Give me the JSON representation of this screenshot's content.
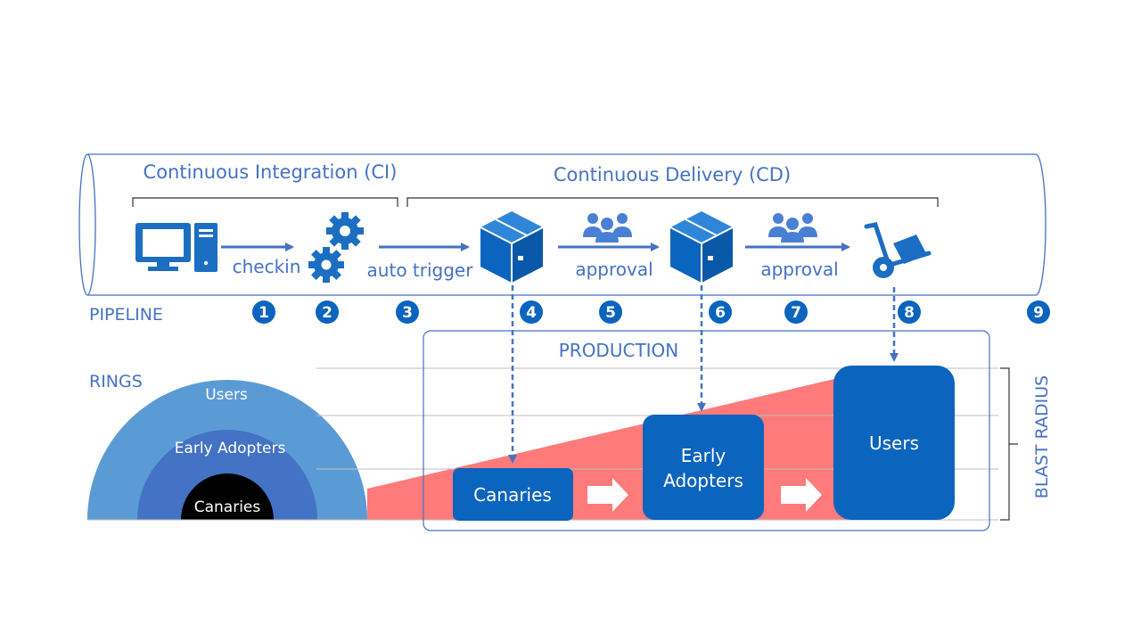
{
  "pipeline": {
    "label": "PIPELINE",
    "ci_label": "Continuous Integration (CI)",
    "cd_label": "Continuous Delivery (CD)",
    "steps": [
      "1",
      "2",
      "3",
      "4",
      "5",
      "6",
      "7",
      "8",
      "9"
    ],
    "edge_labels": {
      "checkin": "checkin",
      "auto_trigger": "auto trigger",
      "approval_1": "approval",
      "approval_2": "approval"
    },
    "icons": [
      "computer-icon",
      "gears-icon",
      "package-icon",
      "team-icon",
      "package-icon",
      "team-icon",
      "hand-truck-icon"
    ]
  },
  "rings": {
    "label": "RINGS",
    "outer": "Users",
    "middle": "Early Adopters",
    "inner": "Canaries"
  },
  "production": {
    "label": "PRODUCTION",
    "canaries": "Canaries",
    "early_adopters_line1": "Early",
    "early_adopters_line2": "Adopters",
    "users": "Users"
  },
  "blast_radius": "BLAST RADIUS",
  "colors": {
    "accent_blue": "#4472c4",
    "box_blue": "#0b64bd",
    "icon_blue": "#1b6ec2",
    "wedge_red": "#ff7a7a",
    "ring_outer": "#5b9bd5",
    "ring_middle": "#4472c4",
    "ring_inner": "#000000"
  }
}
